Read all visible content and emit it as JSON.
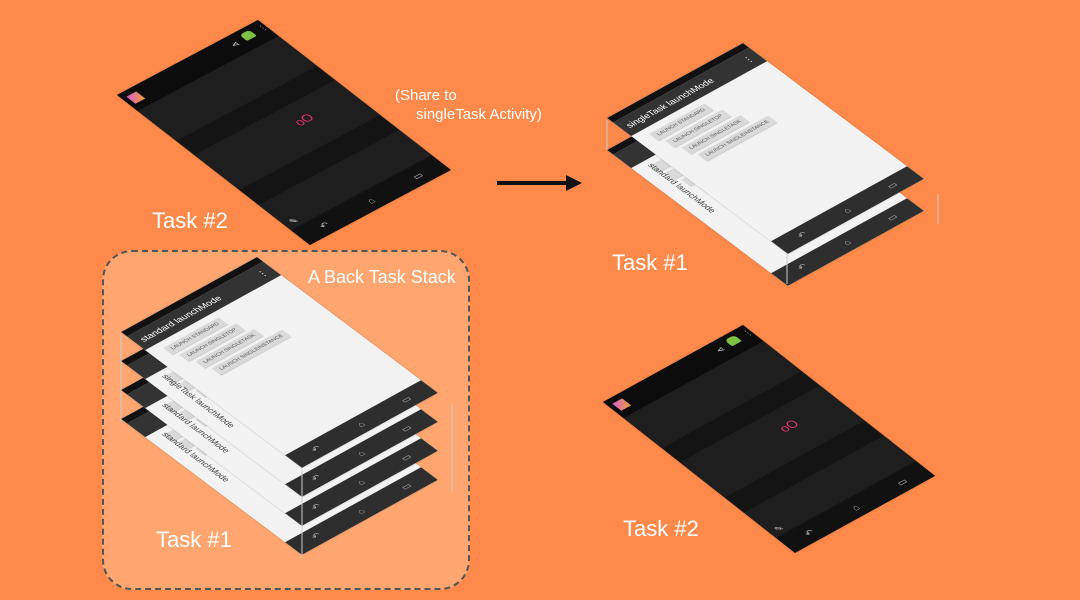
{
  "left": {
    "task2_label": "Task #2",
    "share_note_line1": "(Share to",
    "share_note_line2": "singleTask Activity)",
    "stack_label": "A Back Task Stack",
    "task1_label": "Task #1",
    "stack_layers": [
      {
        "title": "standard launchMode"
      },
      {
        "title": "singleTask launchMode"
      },
      {
        "title": "standard launchMode"
      },
      {
        "title": "standard launchMode"
      }
    ]
  },
  "right": {
    "task1_label": "Task #1",
    "task2_label": "Task #2",
    "top_title": "singleTask launchMode",
    "under_title": "standard launchMode"
  },
  "buttons": [
    "LAUNCH STANDARD",
    "LAUNCH SINGLETOP",
    "LAUNCH SINGLETASK",
    "LAUNCH SINGLEINSTANCE"
  ],
  "nav_icons": {
    "back": "↶",
    "home": "⌂",
    "recents": "▭"
  },
  "colors": {
    "background": "#fd8a4a",
    "stack_box": "#ffa56f",
    "accent_circles": "#e0336f"
  }
}
